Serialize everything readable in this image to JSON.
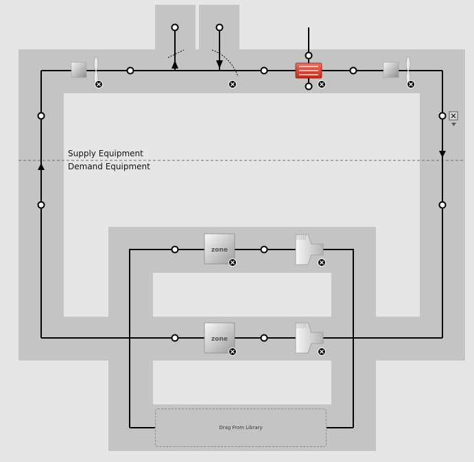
{
  "sections": {
    "supply_label": "Supply Equipment",
    "demand_label": "Demand Equipment"
  },
  "zones": [
    {
      "label": "zone"
    },
    {
      "label": "zone"
    }
  ],
  "drop_zone": {
    "label": "Drag From Library"
  },
  "icons": {
    "fan": "fan-icon",
    "heating_coil": "heating-coil-icon",
    "damper": "damper-icon",
    "terminal": "air-terminal-icon",
    "zone": "thermal-zone-icon",
    "remove": "remove-icon",
    "setpoint_manager": "setpoint-manager-icon",
    "node": "node-icon"
  },
  "colors": {
    "background": "#e6e6e6",
    "loop_band": "#c4c4c4",
    "line": "#000000",
    "coil": "#d93b2b"
  }
}
